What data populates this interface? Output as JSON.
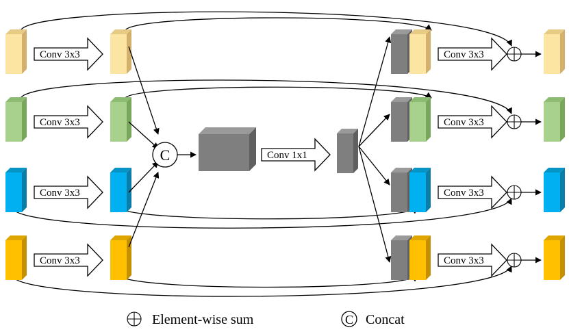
{
  "colors": {
    "yellow": [
      "#FCE4A3",
      "#E6CA86",
      "#D3B06C"
    ],
    "green": [
      "#A9D18E",
      "#8DBB71",
      "#78A65B"
    ],
    "blue": [
      "#00B0F0",
      "#0795C8",
      "#0A7DA8"
    ],
    "orange": [
      "#FFC000",
      "#E0A600",
      "#C48F00"
    ],
    "gray": [
      "#7F7F7F",
      "#9A9A9A",
      "#606060"
    ]
  },
  "blocks": {
    "conv3x3_label": "Conv 3x3",
    "conv1x1_label": "Conv 1x1",
    "concat_symbol": "C"
  },
  "legend": {
    "sum_label": "Element-wise sum",
    "concat_symbol": "C",
    "concat_label": "Concat"
  }
}
